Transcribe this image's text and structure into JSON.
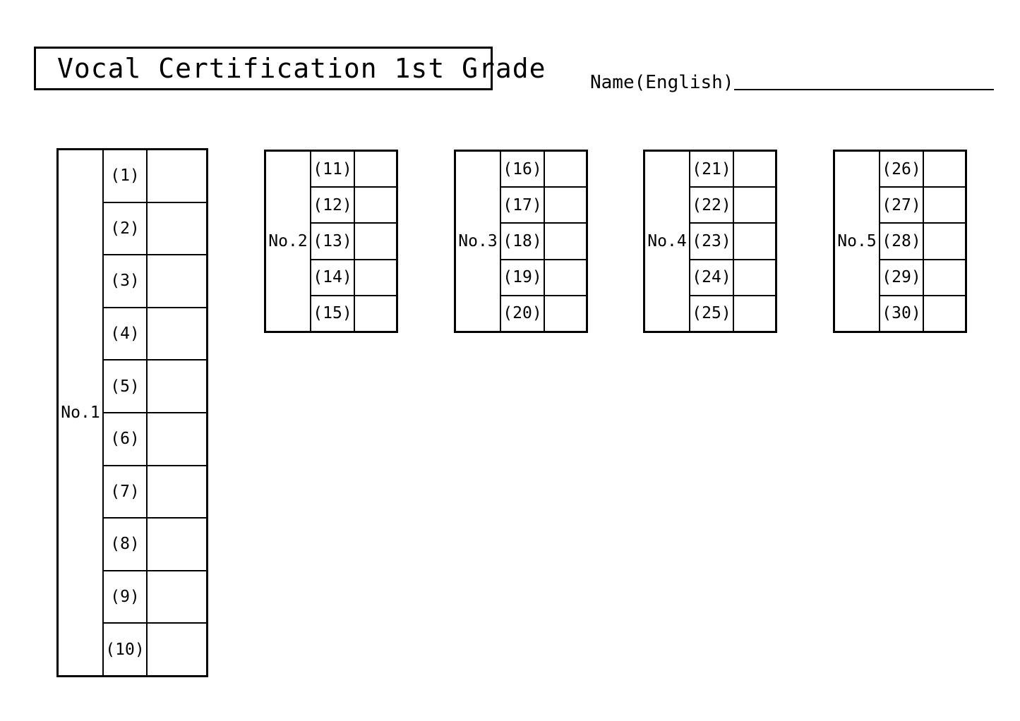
{
  "document": {
    "title": "Vocal Certification 1st Grade",
    "name_label": "Name(English)",
    "name_value": ""
  },
  "tables": [
    {
      "group_label": "No.1",
      "rows": [
        {
          "number": "(1)",
          "answer": ""
        },
        {
          "number": "(2)",
          "answer": ""
        },
        {
          "number": "(3)",
          "answer": ""
        },
        {
          "number": "(4)",
          "answer": ""
        },
        {
          "number": "(5)",
          "answer": ""
        },
        {
          "number": "(6)",
          "answer": ""
        },
        {
          "number": "(7)",
          "answer": ""
        },
        {
          "number": "(8)",
          "answer": ""
        },
        {
          "number": "(9)",
          "answer": ""
        },
        {
          "number": "(10)",
          "answer": ""
        }
      ]
    },
    {
      "group_label": "No.2",
      "rows": [
        {
          "number": "(11)",
          "answer": ""
        },
        {
          "number": "(12)",
          "answer": ""
        },
        {
          "number": "(13)",
          "answer": ""
        },
        {
          "number": "(14)",
          "answer": ""
        },
        {
          "number": "(15)",
          "answer": ""
        }
      ]
    },
    {
      "group_label": "No.3",
      "rows": [
        {
          "number": "(16)",
          "answer": ""
        },
        {
          "number": "(17)",
          "answer": ""
        },
        {
          "number": "(18)",
          "answer": ""
        },
        {
          "number": "(19)",
          "answer": ""
        },
        {
          "number": "(20)",
          "answer": ""
        }
      ]
    },
    {
      "group_label": "No.4",
      "rows": [
        {
          "number": "(21)",
          "answer": ""
        },
        {
          "number": "(22)",
          "answer": ""
        },
        {
          "number": "(23)",
          "answer": ""
        },
        {
          "number": "(24)",
          "answer": ""
        },
        {
          "number": "(25)",
          "answer": ""
        }
      ]
    },
    {
      "group_label": "No.5",
      "rows": [
        {
          "number": "(26)",
          "answer": ""
        },
        {
          "number": "(27)",
          "answer": ""
        },
        {
          "number": "(28)",
          "answer": ""
        },
        {
          "number": "(29)",
          "answer": ""
        },
        {
          "number": "(30)",
          "answer": ""
        }
      ]
    }
  ],
  "colors": {
    "ink": "#000000",
    "paper": "#ffffff"
  }
}
